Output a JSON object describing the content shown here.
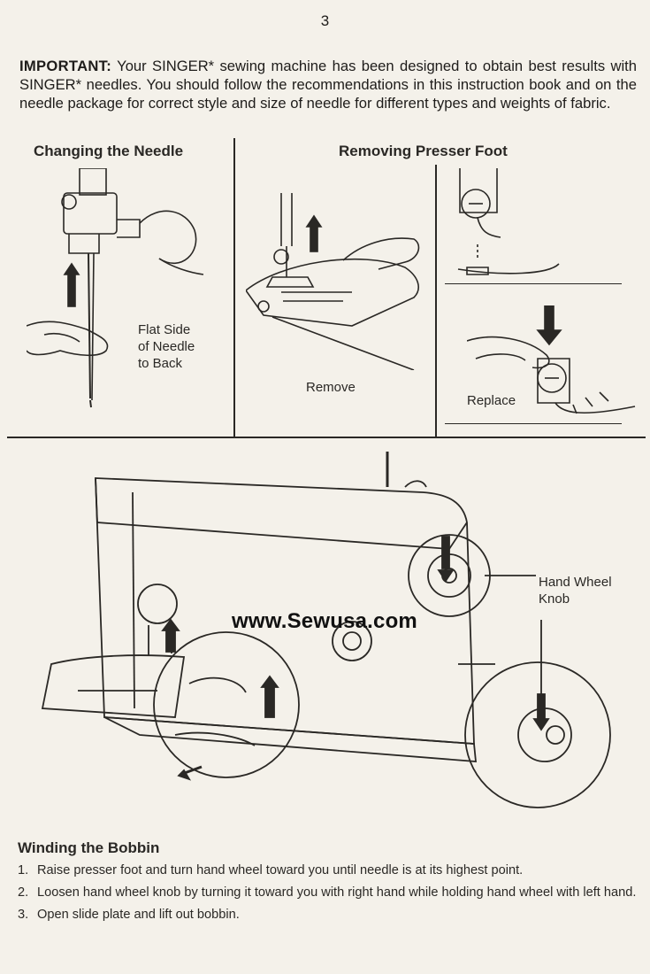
{
  "page": {
    "number": "3"
  },
  "intro": {
    "lead": "IMPORTANT:",
    "text": " Your SINGER* sewing machine has been designed to obtain best results with SINGER* needles. You should follow the recommendations in this instruction book and on the needle package for correct style and size of needle for different types and weights of fabric."
  },
  "sections": {
    "changing_needle": {
      "title": "Changing the Needle",
      "caption": "Flat Side\nof Needle\nto Back"
    },
    "removing_foot": {
      "title": "Removing Presser Foot",
      "remove_label": "Remove",
      "replace_label": "Replace"
    }
  },
  "machine": {
    "hand_wheel_label": "Hand Wheel\nKnob",
    "watermark": "www.Sewusa.com"
  },
  "winding": {
    "title": "Winding the Bobbin",
    "steps": [
      {
        "num": "1.",
        "text": "Raise presser foot and turn hand wheel toward you until needle is at its highest point."
      },
      {
        "num": "2.",
        "text": "Loosen hand wheel knob by turning it toward you with right hand while holding hand wheel with left hand."
      },
      {
        "num": "3.",
        "text": "Open slide plate and lift out bobbin."
      }
    ]
  }
}
